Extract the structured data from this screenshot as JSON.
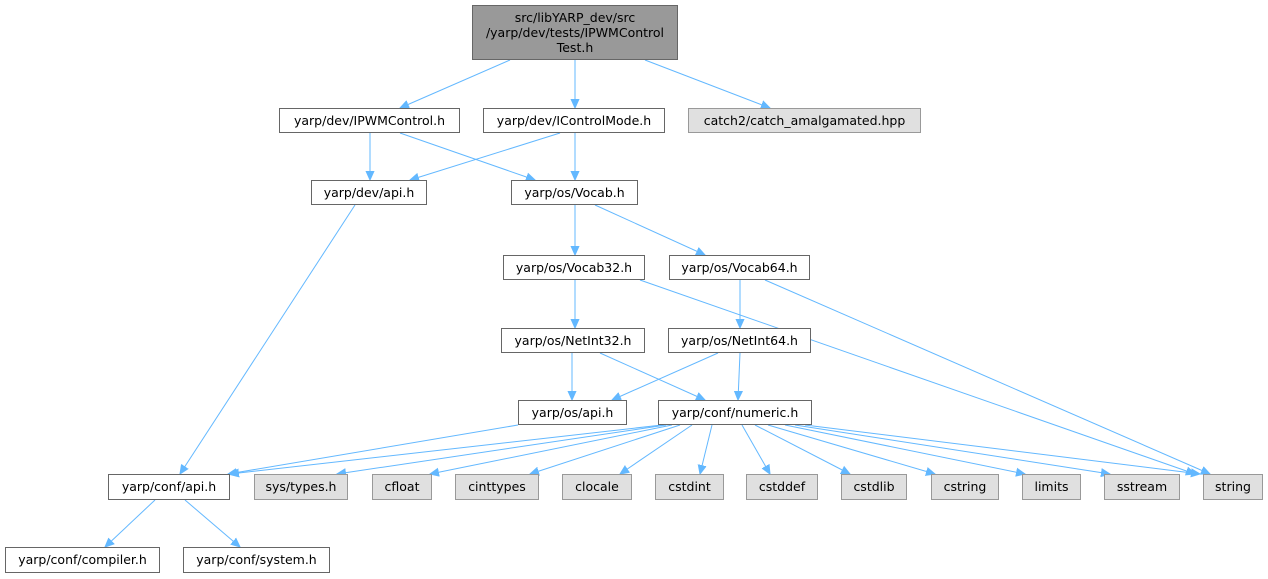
{
  "colors": {
    "edge": "#63b8ff",
    "node_border": "#666666",
    "root_fill": "#999999",
    "external_fill": "#e0e0e0"
  },
  "root": {
    "label": "src/libYARP_dev/src\n/yarp/dev/tests/IPWMControl\nTest.h"
  },
  "nodes": {
    "ipwmcontrol": "yarp/dev/IPWMControl.h",
    "icontrolmode": "yarp/dev/IControlMode.h",
    "catch2": "catch2/catch_amalgamated.hpp",
    "dev_api": "yarp/dev/api.h",
    "vocab": "yarp/os/Vocab.h",
    "vocab32": "yarp/os/Vocab32.h",
    "vocab64": "yarp/os/Vocab64.h",
    "netint32": "yarp/os/NetInt32.h",
    "netint64": "yarp/os/NetInt64.h",
    "os_api": "yarp/os/api.h",
    "numeric": "yarp/conf/numeric.h",
    "conf_api": "yarp/conf/api.h",
    "systypes": "sys/types.h",
    "cfloat": "cfloat",
    "cinttypes": "cinttypes",
    "clocale": "clocale",
    "cstdint": "cstdint",
    "cstddef": "cstddef",
    "cstdlib": "cstdlib",
    "cstring": "cstring",
    "limits": "limits",
    "sstream": "sstream",
    "string": "string",
    "compiler": "yarp/conf/compiler.h",
    "system": "yarp/conf/system.h"
  }
}
